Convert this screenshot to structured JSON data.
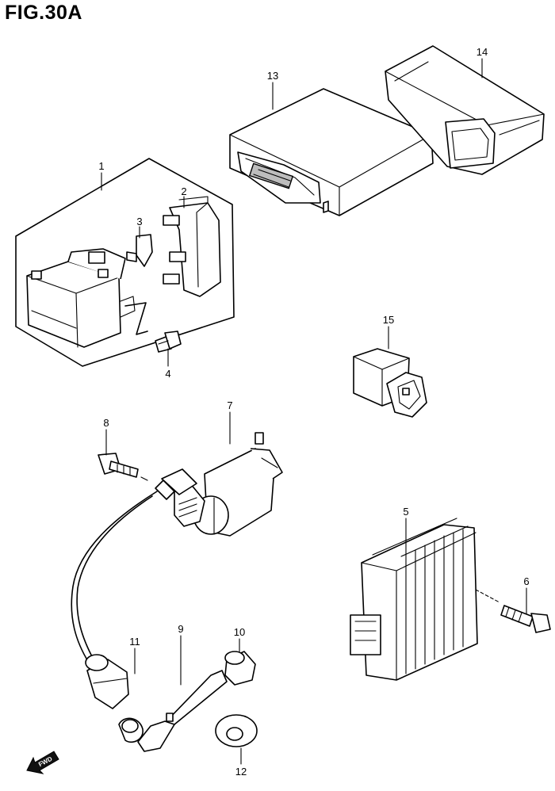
{
  "title": "FIG.30A",
  "fwd_label": "FWD",
  "callouts": [
    {
      "id": "1"
    },
    {
      "id": "2"
    },
    {
      "id": "3"
    },
    {
      "id": "4"
    },
    {
      "id": "5"
    },
    {
      "id": "6"
    },
    {
      "id": "7"
    },
    {
      "id": "8"
    },
    {
      "id": "9"
    },
    {
      "id": "10"
    },
    {
      "id": "11"
    },
    {
      "id": "12"
    },
    {
      "id": "13"
    },
    {
      "id": "14"
    },
    {
      "id": "15"
    }
  ]
}
